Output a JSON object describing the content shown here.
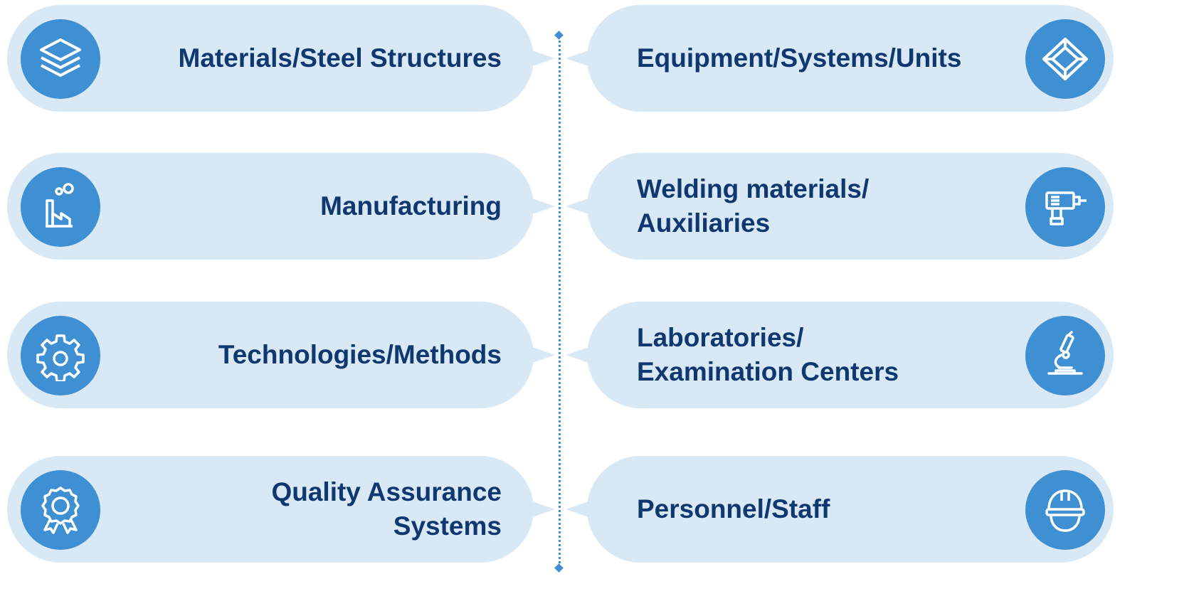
{
  "left_items": [
    {
      "icon": "layers-icon",
      "lines": [
        "Materials/Steel Structures"
      ]
    },
    {
      "icon": "factory-icon",
      "lines": [
        "Manufacturing"
      ]
    },
    {
      "icon": "gear-icon",
      "lines": [
        "Technologies/Methods"
      ]
    },
    {
      "icon": "award-badge-icon",
      "lines": [
        "Quality Assurance",
        "Systems"
      ]
    }
  ],
  "right_items": [
    {
      "icon": "box-icon",
      "lines": [
        "Equipment/Systems/Units"
      ]
    },
    {
      "icon": "drill-icon",
      "lines": [
        "Welding materials/",
        "Auxiliaries"
      ]
    },
    {
      "icon": "microscope-icon",
      "lines": [
        "Laboratories/",
        "Examination Centers"
      ]
    },
    {
      "icon": "helmet-icon",
      "lines": [
        "Personnel/Staff"
      ]
    }
  ],
  "colors": {
    "pill_background": "#d9e8f5",
    "icon_circle": "#3f8fd3",
    "text": "#0f3871",
    "divider": "#3f8fd3"
  }
}
